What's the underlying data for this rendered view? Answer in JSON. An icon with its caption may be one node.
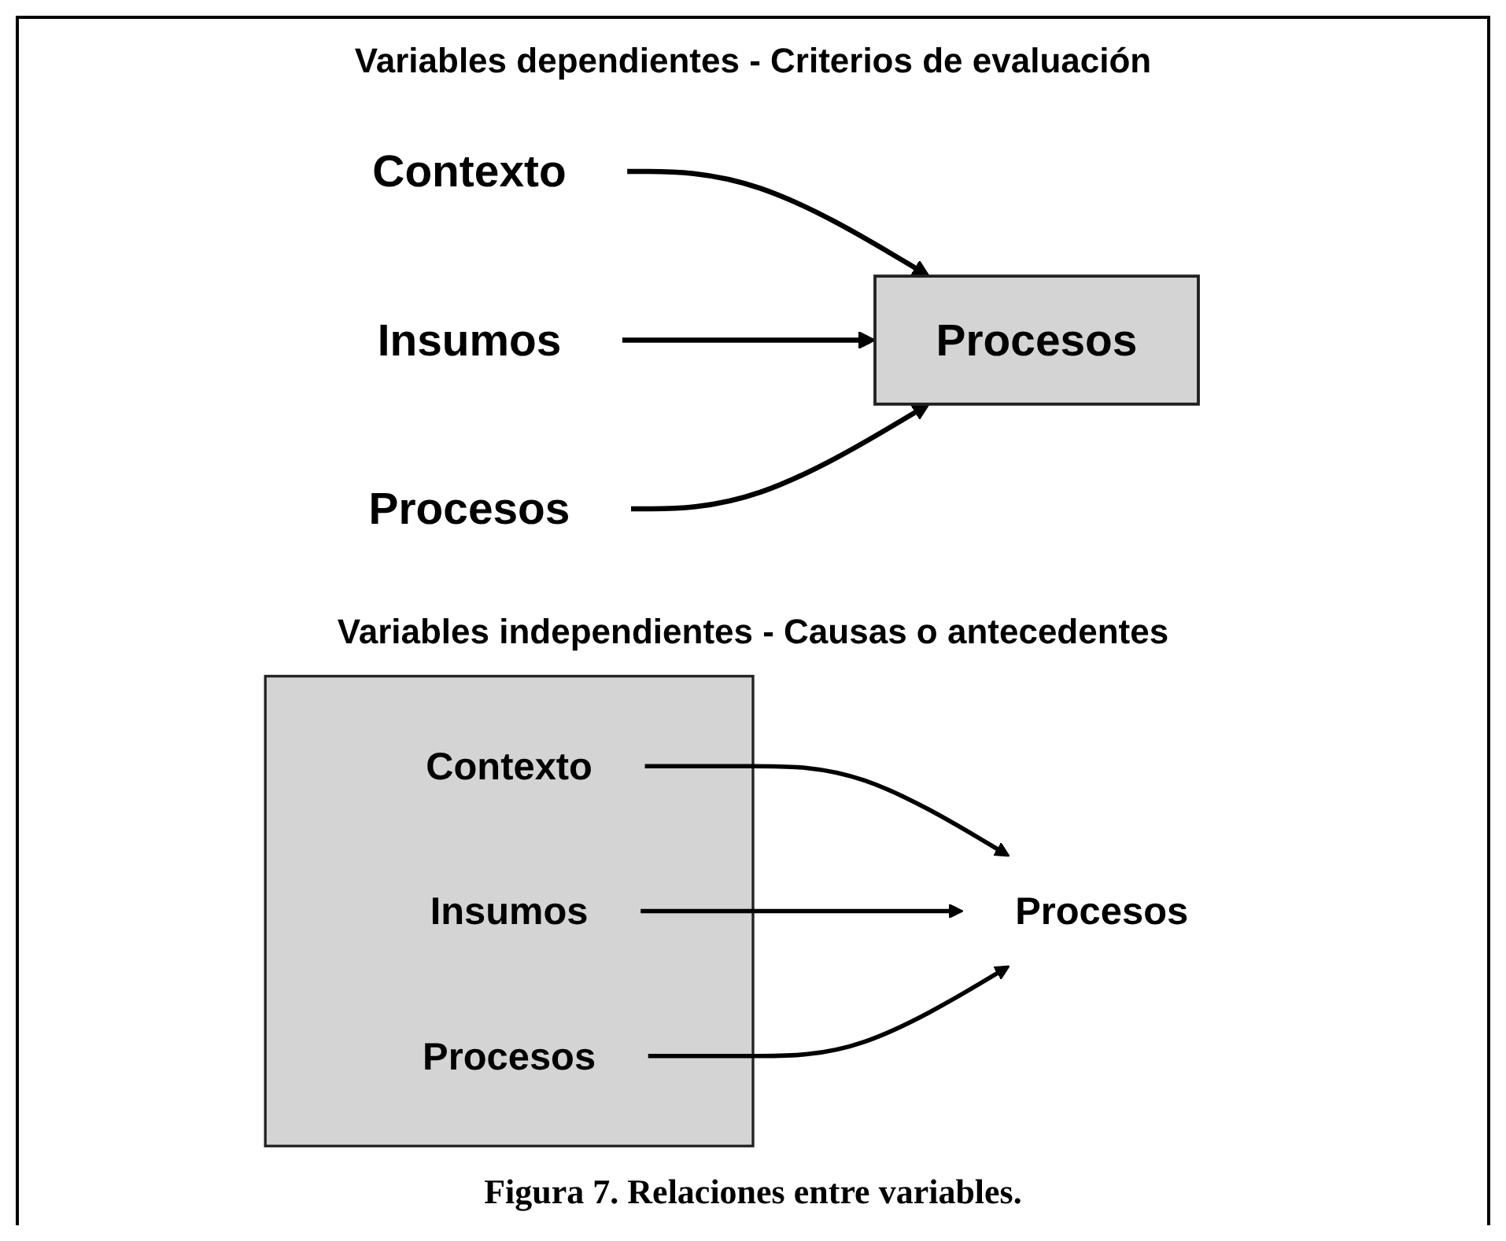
{
  "diagram": {
    "title": "Variables dependientes - Criterios de evaluación",
    "nodes": [
      {
        "text": [
          "Contexto"
        ]
      },
      {
        "text": [
          "Insumos"
        ]
      },
      {
        "text": [
          "Procesos"
        ]
      },
      {
        "text": [
          "Procesos"
        ]
      },
      {
        "text": [],
        "shape": "box"
      },
      {
        "text": [
          "Contexto"
        ],
        "in": 4
      },
      {
        "text": [
          "Insumos"
        ],
        "in": 4
      },
      {
        "text": [
          "Procesos"
        ],
        "in": 4
      },
      {
        "text": [
          "Procesos"
        ]
      }
    ],
    "edges": [
      {
        "from": 0,
        "to": 3,
        "arrow": "to"
      },
      {
        "from": 1,
        "to": 3,
        "arrow": "to"
      },
      {
        "from": 2,
        "to": 3,
        "arrow": "to"
      },
      {
        "from": 5,
        "to": 8,
        "arrow": "to"
      },
      {
        "from": 6,
        "to": 8,
        "arrow": "to"
      },
      {
        "from": 7,
        "to": 8,
        "arrow": "to"
      }
    ],
    "labels": [
      "Variables independientes - Causas o antecedentes"
    ],
    "caption": "Figura 7. Relaciones entre variables."
  }
}
